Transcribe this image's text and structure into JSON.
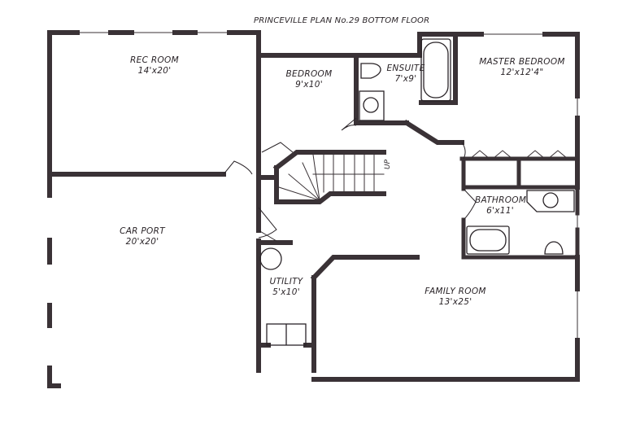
{
  "title": "PRINCEVILLE PLAN No.29 BOTTOM FLOOR",
  "stair_label": "UP",
  "colors": {
    "wall": "#3a3236",
    "line": "#2a2428",
    "background": "#ffffff"
  },
  "rooms": [
    {
      "name": "REC ROOM",
      "size": "14'x20'"
    },
    {
      "name": "BEDROOM",
      "size": "9'x10'"
    },
    {
      "name": "ENSUITE",
      "size": "7'x9'"
    },
    {
      "name": "MASTER BEDROOM",
      "size": "12'x12'4\""
    },
    {
      "name": "BATHROOM",
      "size": "6'x11'"
    },
    {
      "name": "CAR PORT",
      "size": "20'x20'"
    },
    {
      "name": "UTILITY",
      "size": "5'x10'"
    },
    {
      "name": "FAMILY ROOM",
      "size": "13'x25'"
    }
  ]
}
